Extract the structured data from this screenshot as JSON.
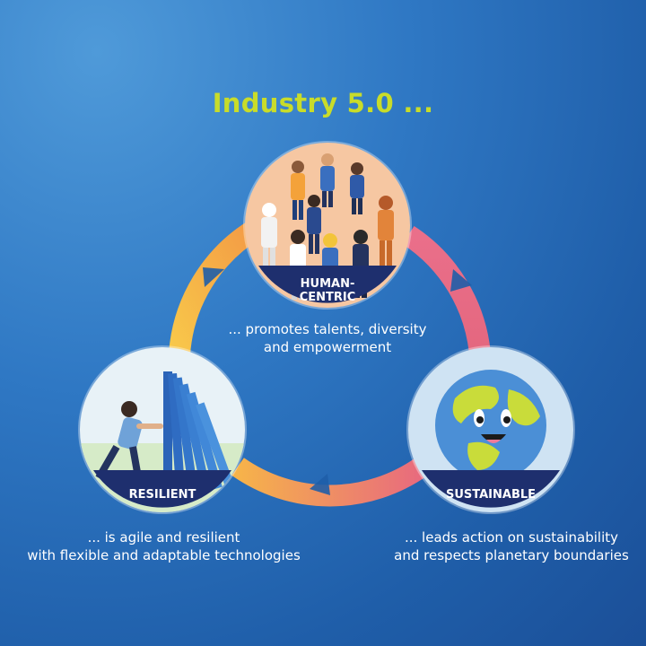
{
  "title": "Industry 5.0 ...",
  "pillars": [
    {
      "label_lines": [
        "HUMAN-",
        "CENTRIC"
      ],
      "caption_lines": [
        "... promotes talents, diversity",
        "and empowerment"
      ]
    },
    {
      "label_lines": [
        "RESILIENT"
      ],
      "caption_lines": [
        "... is agile and resilient",
        "with flexible and adaptable technologies"
      ]
    },
    {
      "label_lines": [
        "SUSTAINABLE"
      ],
      "caption_lines": [
        "... leads action on sustainability",
        "and respects planetary boundaries"
      ]
    }
  ],
  "colors": {
    "title": "#c8dc2a",
    "badge": "#1e2f6e",
    "ring_yellow": "#f6b73c",
    "ring_orange": "#f39a45",
    "ring_pink": "#e46b86"
  }
}
